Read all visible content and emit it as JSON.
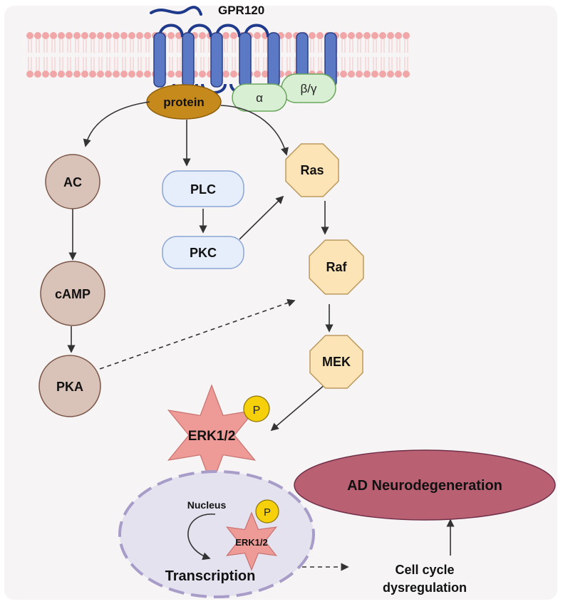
{
  "receptor": {
    "name": "GPR120"
  },
  "g_protein": {
    "protein_label": "protein",
    "alpha_label": "α",
    "beta_gamma_label": "β/γ"
  },
  "nodes": {
    "ac": "AC",
    "camp": "cAMP",
    "pka": "PKA",
    "plc": "PLC",
    "pkc": "PKC",
    "ras": "Ras",
    "raf": "Raf",
    "mek": "MEK",
    "erk": "ERK1/2",
    "phospho": "P",
    "nucleus_label": "Nucleus",
    "nuclear_erk": "ERK1/2",
    "nuclear_phospho": "P",
    "transcription": "Transcription",
    "cell_cycle_line1": "Cell cycle",
    "cell_cycle_line2": "dysregulation",
    "ad": "AD Neurodegeneration"
  },
  "colors": {
    "panel_background": "#f6f4f4",
    "membrane_head": "#f1a7a7",
    "membrane_tail": "#f4c4c4",
    "receptor": "#5b79c4",
    "receptor_stroke": "#2a3e86",
    "receptor_tail": "#1f3a8a",
    "protein": "#c68a1c",
    "subunit_fill": "#d9efd4",
    "subunit_stroke": "#6aa55d",
    "cascade_circle": "#d9c2b7",
    "cascade_stroke": "#7a5648",
    "plc_pkc_fill": "#e6eefb",
    "plc_pkc_stroke": "#8ca6d6",
    "kinase_octagon": "#fde4b6",
    "kinase_stroke": "#bb9a5e",
    "erk_star": "#ee9b98",
    "phospho": "#f6d10b",
    "nucleus_fill": "#e5e2f0",
    "nucleus_stroke": "#a89cc8",
    "ad_fill": "#b96072",
    "ad_stroke": "#70304a"
  }
}
